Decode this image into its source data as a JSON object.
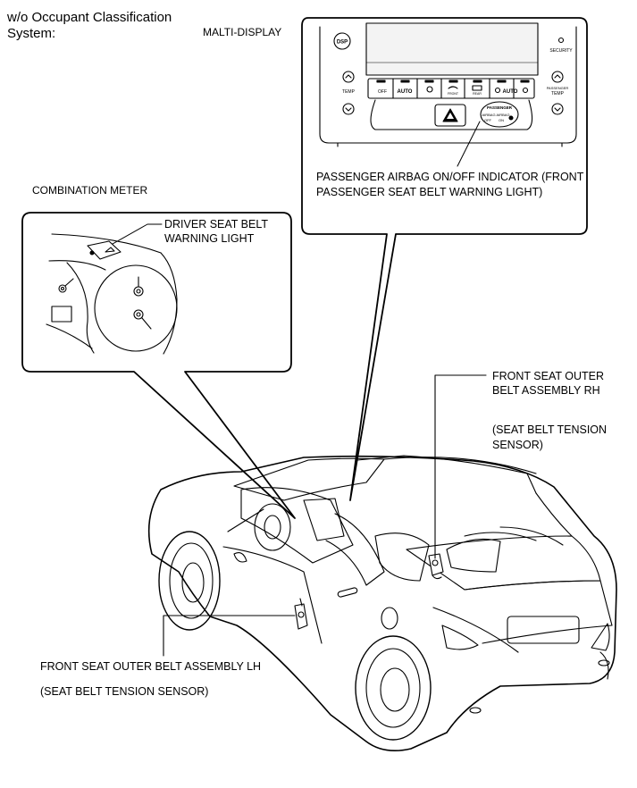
{
  "header": {
    "title_line1": "w/o Occupant Classification",
    "title_line2": "System:"
  },
  "labels": {
    "multi_display": "MALTI-DISPLAY",
    "combination_meter": "COMBINATION METER",
    "driver_belt_line1": "DRIVER SEAT BELT",
    "driver_belt_line2": "WARNING LIGHT",
    "passenger_airbag_line1": "PASSENGER AIRBAG ON/OFF INDICATOR (FRONT",
    "passenger_airbag_line2": "PASSENGER SEAT BELT WARNING LIGHT)",
    "rh_belt_line1": "FRONT SEAT OUTER",
    "rh_belt_line2": "BELT ASSEMBLY RH",
    "rh_sensor_line1": "(SEAT BELT TENSION",
    "rh_sensor_line2": "SENSOR)",
    "lh_belt": "FRONT SEAT OUTER BELT ASSEMBLY LH",
    "lh_sensor": "(SEAT BELT TENSION SENSOR)"
  },
  "panel_text": {
    "dsp": "DSP",
    "security": "SECURITY",
    "temp_left": "TEMP",
    "passenger_temp_1": "PASSENGER",
    "passenger_temp_2": "TEMP",
    "off": "OFF",
    "auto_left": "AUTO",
    "auto_right": "AUTO",
    "front": "FRONT",
    "rear": "REAR",
    "indicator_title": "PASSENGER",
    "indicator_sub": "AIRBAG AIRBAG",
    "indicator_off": "OFF",
    "indicator_on": "ON"
  }
}
